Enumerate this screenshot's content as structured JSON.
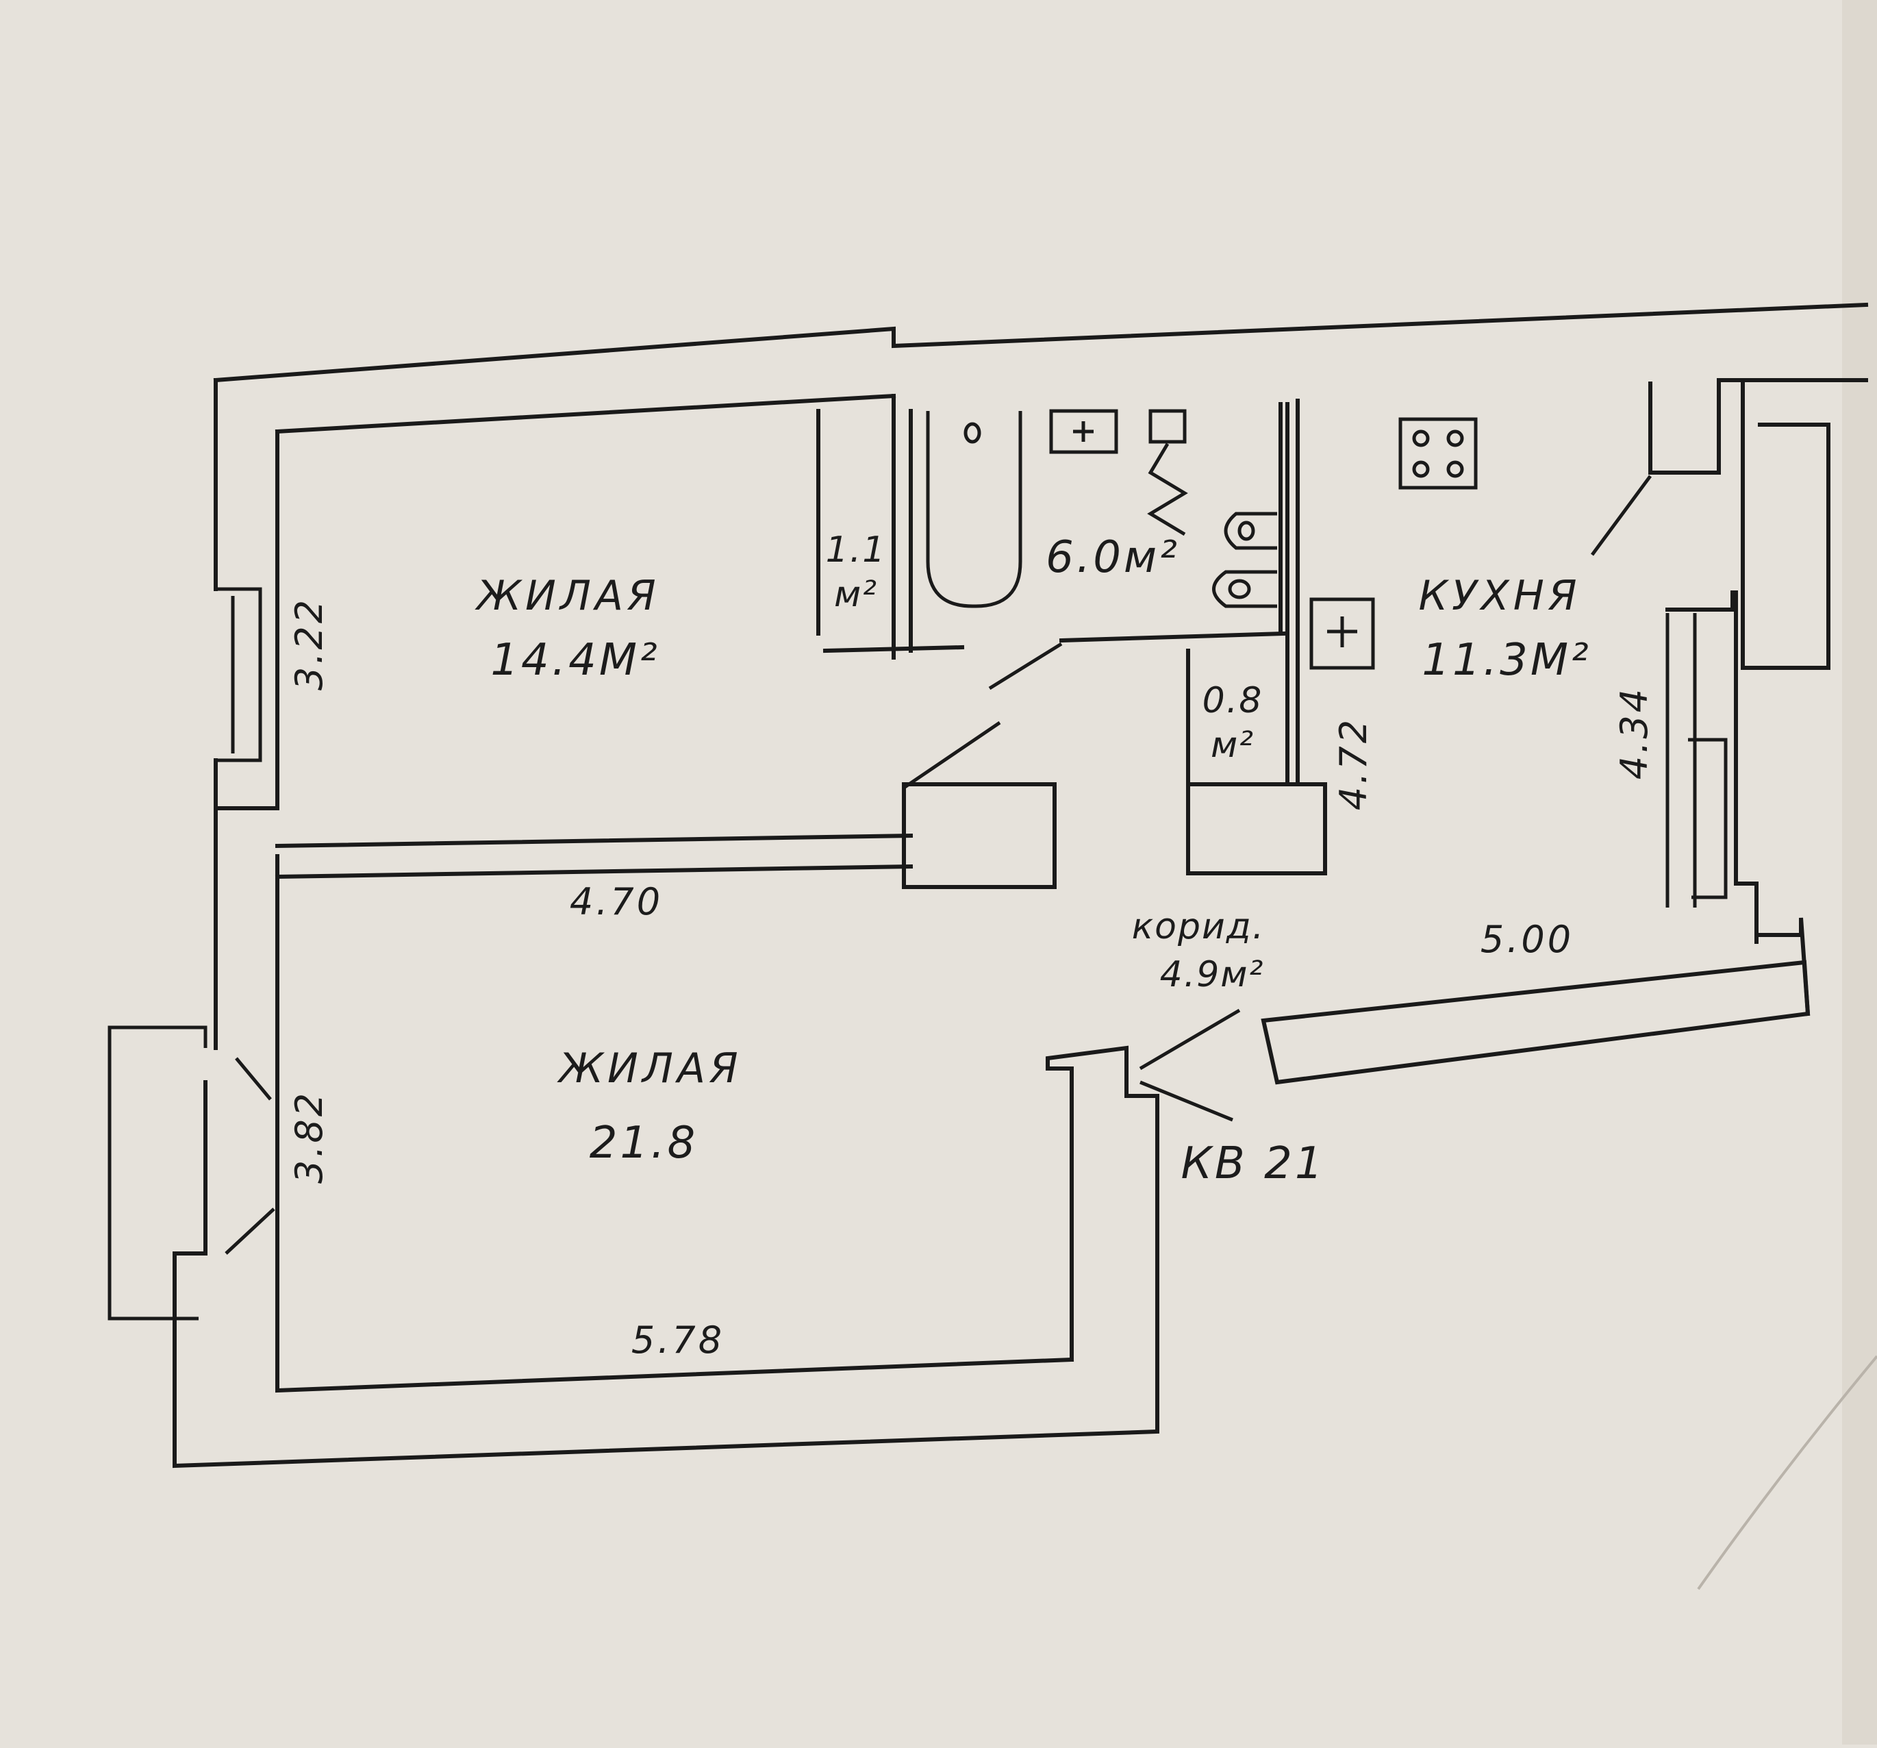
{
  "plan": {
    "rooms": {
      "living_1": {
        "name": "ЖИЛАЯ",
        "area": "14.4М²"
      },
      "living_2": {
        "name": "ЖИЛАЯ",
        "area": "21.8"
      },
      "bathroom": {
        "area": "6.0м²"
      },
      "closet_1": {
        "area_line1": "1.1",
        "area_line2": "м²"
      },
      "closet_2": {
        "area_line1": "0.8",
        "area_line2": "м²"
      },
      "kitchen": {
        "name": "КУХНЯ",
        "area": "11.3М²"
      },
      "corridor": {
        "name": "корид.",
        "area": "4.9м²"
      }
    },
    "dimensions": {
      "living_1_height": "3.22",
      "living_1_width": "4.70",
      "living_2_height": "3.82",
      "living_2_width": "5.78",
      "corridor_length": "4.72",
      "kitchen_height": "4.34",
      "kitchen_width": "5.00"
    },
    "apartment_label": "КВ 21"
  }
}
